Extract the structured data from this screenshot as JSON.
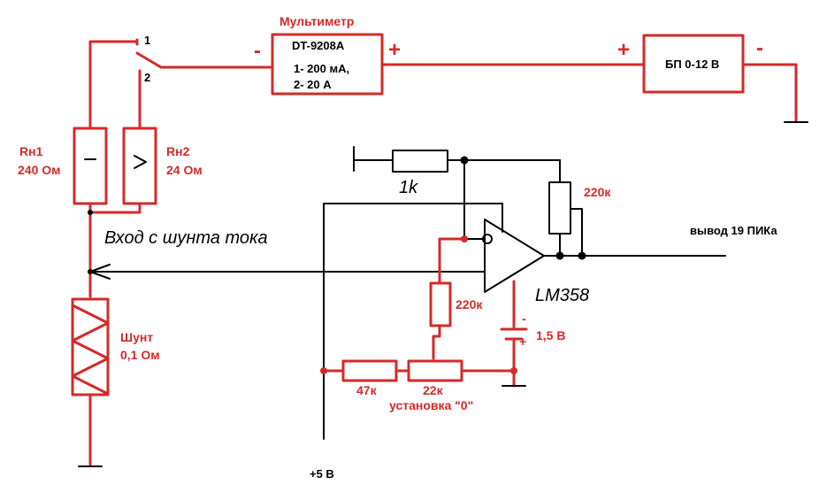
{
  "multimeter": {
    "title": "Мультиметр",
    "model": "DT-9208A",
    "range1": "1-  200 мА,",
    "range2": "2-   20 А",
    "minus": "-",
    "plus": "+"
  },
  "switch": {
    "pos1": "1",
    "pos2": "2"
  },
  "psu": {
    "label": "БП 0-12 В",
    "plus": "+",
    "minus": "-"
  },
  "rn1": {
    "name": "Rн1",
    "value": "240 Ом"
  },
  "rn2": {
    "name": "Rн2",
    "value": "24 Ом"
  },
  "shunt": {
    "name": "Шунт",
    "value": "0,1 Ом"
  },
  "shunt_input_label": "Вход с шунта тока",
  "r_1k": "1k",
  "r_220k_feedback": "220к",
  "r_220k_input": "220к",
  "opamp_label": "LM358",
  "battery": {
    "value": "1,5 В",
    "minus": "-",
    "plus": "+"
  },
  "r_47k": "47к",
  "r_22k": "22к",
  "zero_adjust": "установка \"0\"",
  "output_label": "вывод 19 ПИКа",
  "supply_label": "+5 В",
  "colors": {
    "wire_red": "#d42a2a",
    "wire_black": "#000000",
    "background": "#ffffff"
  }
}
